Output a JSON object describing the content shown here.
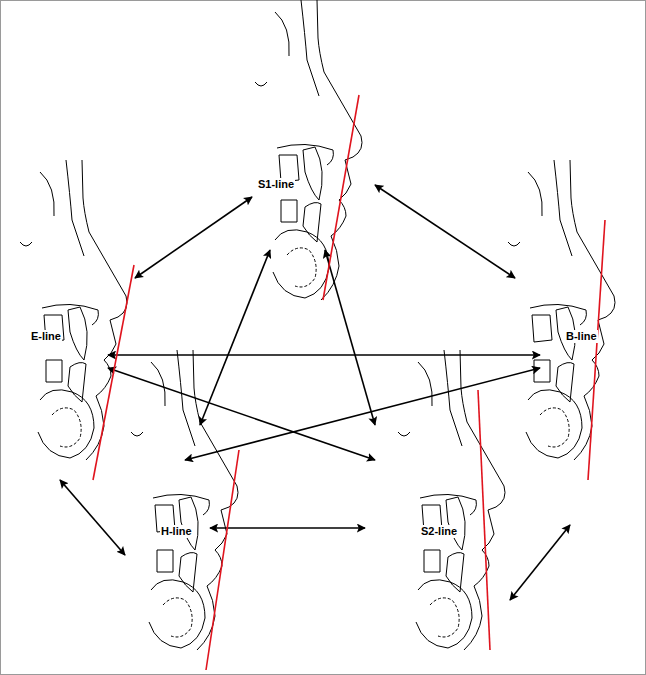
{
  "diagram": {
    "nodes": [
      {
        "text": [
          "S1-line"
        ]
      },
      {
        "text": [
          "E-line"
        ]
      },
      {
        "text": [
          "B-line"
        ]
      },
      {
        "text": [
          "H-line"
        ]
      },
      {
        "text": [
          "S2-line"
        ]
      }
    ],
    "edges": [
      {
        "from": 0,
        "to": 1,
        "arrow": "both"
      },
      {
        "from": 0,
        "to": 2,
        "arrow": "both"
      },
      {
        "from": 1,
        "to": 2,
        "arrow": "both"
      },
      {
        "from": 1,
        "to": 4,
        "arrow": "both"
      },
      {
        "from": 2,
        "to": 3,
        "arrow": "both"
      },
      {
        "from": 0,
        "to": 3,
        "arrow": "both"
      },
      {
        "from": 0,
        "to": 4,
        "arrow": "both"
      },
      {
        "from": 1,
        "to": 3,
        "arrow": "both"
      },
      {
        "from": 3,
        "to": 4,
        "arrow": "both"
      },
      {
        "from": 4,
        "to": 2,
        "arrow": "both"
      }
    ]
  }
}
